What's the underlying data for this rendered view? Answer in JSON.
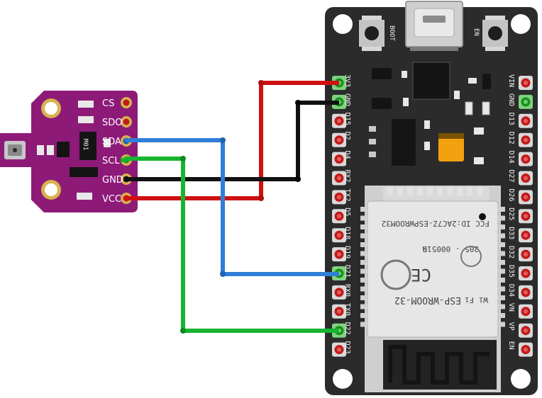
{
  "sensor": {
    "pins": [
      "CS",
      "SDO",
      "SDA",
      "SCL",
      "GND",
      "VCC"
    ],
    "chip_marking": "M01",
    "board_color": "#8e1a78"
  },
  "esp32": {
    "left_pins": [
      "3V3",
      "GND",
      "D15",
      "D2",
      "D4",
      "RX2",
      "TX2",
      "D5",
      "D18",
      "D19",
      "D21",
      "RX0",
      "TX0",
      "D22",
      "D23"
    ],
    "right_pins": [
      "VIN",
      "GND",
      "D13",
      "D12",
      "D14",
      "D27",
      "D26",
      "D25",
      "D33",
      "D32",
      "D35",
      "D34",
      "VN",
      "VP",
      "EN"
    ],
    "boot_label": "BOOT",
    "en_label": "EN",
    "module": {
      "line1": "FCC ID:2AC7Z-ESPWROOM32",
      "line2": "205 - 000519",
      "r_mark": "R",
      "ce_mark": "CE",
      "wifi_label": "Wi Fi",
      "model": "ESP-WROOM-32"
    },
    "board_color": "#2b2b2b"
  },
  "wires": [
    {
      "name": "vcc-to-3v3",
      "color": "#d01010"
    },
    {
      "name": "gnd-to-gnd",
      "color": "#111111"
    },
    {
      "name": "sda-to-d21",
      "color": "#2f7fd6"
    },
    {
      "name": "scl-to-d22",
      "color": "#16b530"
    }
  ]
}
